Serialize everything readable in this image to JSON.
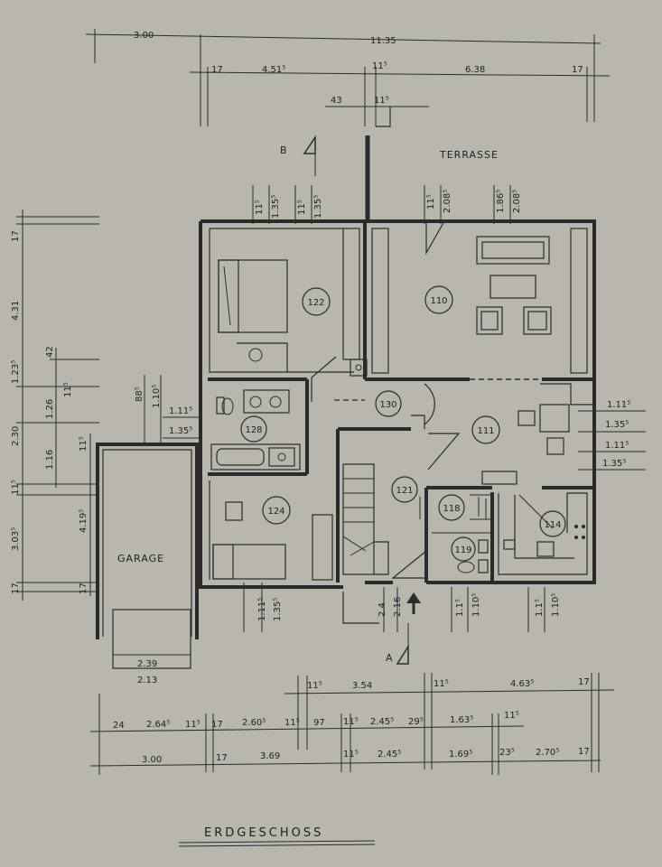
{
  "title": "ERDGESCHOSS",
  "labels": {
    "terrace": "TERRASSE",
    "garage": "GARAGE",
    "section_b": "B",
    "section_a": "A"
  },
  "rooms": [
    "122",
    "110",
    "130",
    "111",
    "128",
    "124",
    "121",
    "118",
    "114",
    "119"
  ],
  "dims_top": {
    "d1": "3.00",
    "d2": "11.35",
    "d3": "17",
    "d4": "4.51⁵",
    "d5": "11⁵",
    "d6": "6.38",
    "d7": "17",
    "d8": "43",
    "d9": "11⁵",
    "v1": "11⁵",
    "v2": "1.35⁵",
    "v3": "11⁵",
    "v4": "1.35⁵",
    "v5": "11⁵",
    "v6": "2.08⁵",
    "v7": "1.86⁵",
    "v8": "2.08⁵"
  },
  "dims_left": {
    "a1": "17",
    "a2": "4.31",
    "a3": "1.23⁵",
    "a4": "42",
    "a5": "11⁵",
    "a6": "2.30",
    "a7": "1.26",
    "a8": "1.16",
    "a9": "11⁵",
    "a10": "11⁵",
    "a11": "4.19⁵",
    "a12": "3.03⁵",
    "a13": "17",
    "a14": "17",
    "b1": "88⁵",
    "b2": "1.10⁵",
    "b3": "1.11⁵",
    "b4": "1.35⁵"
  },
  "dims_right": {
    "r1": "1.11⁵",
    "r2": "1.35⁵",
    "r3": "1.11⁵",
    "r4": "1.35⁵"
  },
  "dims_lowmid": {
    "m1": "1.11⁵",
    "m2": "1.35⁵",
    "m3": "2.4",
    "m4": "2.16",
    "m5": "1.1⁵",
    "m6": "1.10⁵",
    "m7": "1.1⁵",
    "m8": "1.10⁵",
    "g1": "2.39",
    "g2": "2.13"
  },
  "dims_bottom": {
    "row1": [
      "11⁵",
      "3.54",
      "11⁵",
      "4.63⁵",
      "17"
    ],
    "row2": [
      "24",
      "2.64⁵",
      "11⁵",
      "17",
      "2.60⁵",
      "11⁵",
      "97",
      "11⁵",
      "2.45⁵",
      "29⁵",
      "1.63⁵",
      "11⁵"
    ],
    "row3": [
      "3.00",
      "17",
      "3.69",
      "11⁵",
      "2.45⁵",
      "1.69⁵",
      "23⁵",
      "2.70⁵",
      "17"
    ]
  }
}
